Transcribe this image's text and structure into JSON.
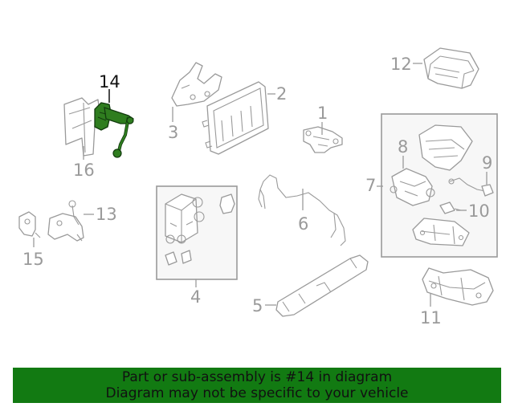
{
  "colors": {
    "highlight_part": "#2f7d1f",
    "banner": "#127a12",
    "line": "#9a9a9a"
  },
  "callouts": {
    "c1": "1",
    "c2": "2",
    "c3": "3",
    "c4": "4",
    "c5": "5",
    "c6": "6",
    "c7": "7",
    "c8": "8",
    "c9": "9",
    "c10": "10",
    "c11": "11",
    "c12": "12",
    "c13": "13",
    "c14": "14",
    "c15": "15",
    "c16": "16"
  },
  "highlighted_part": "14",
  "banner": {
    "line1": "Part or sub-assembly is #14 in diagram",
    "line2": "Diagram may not be specific to your vehicle"
  }
}
